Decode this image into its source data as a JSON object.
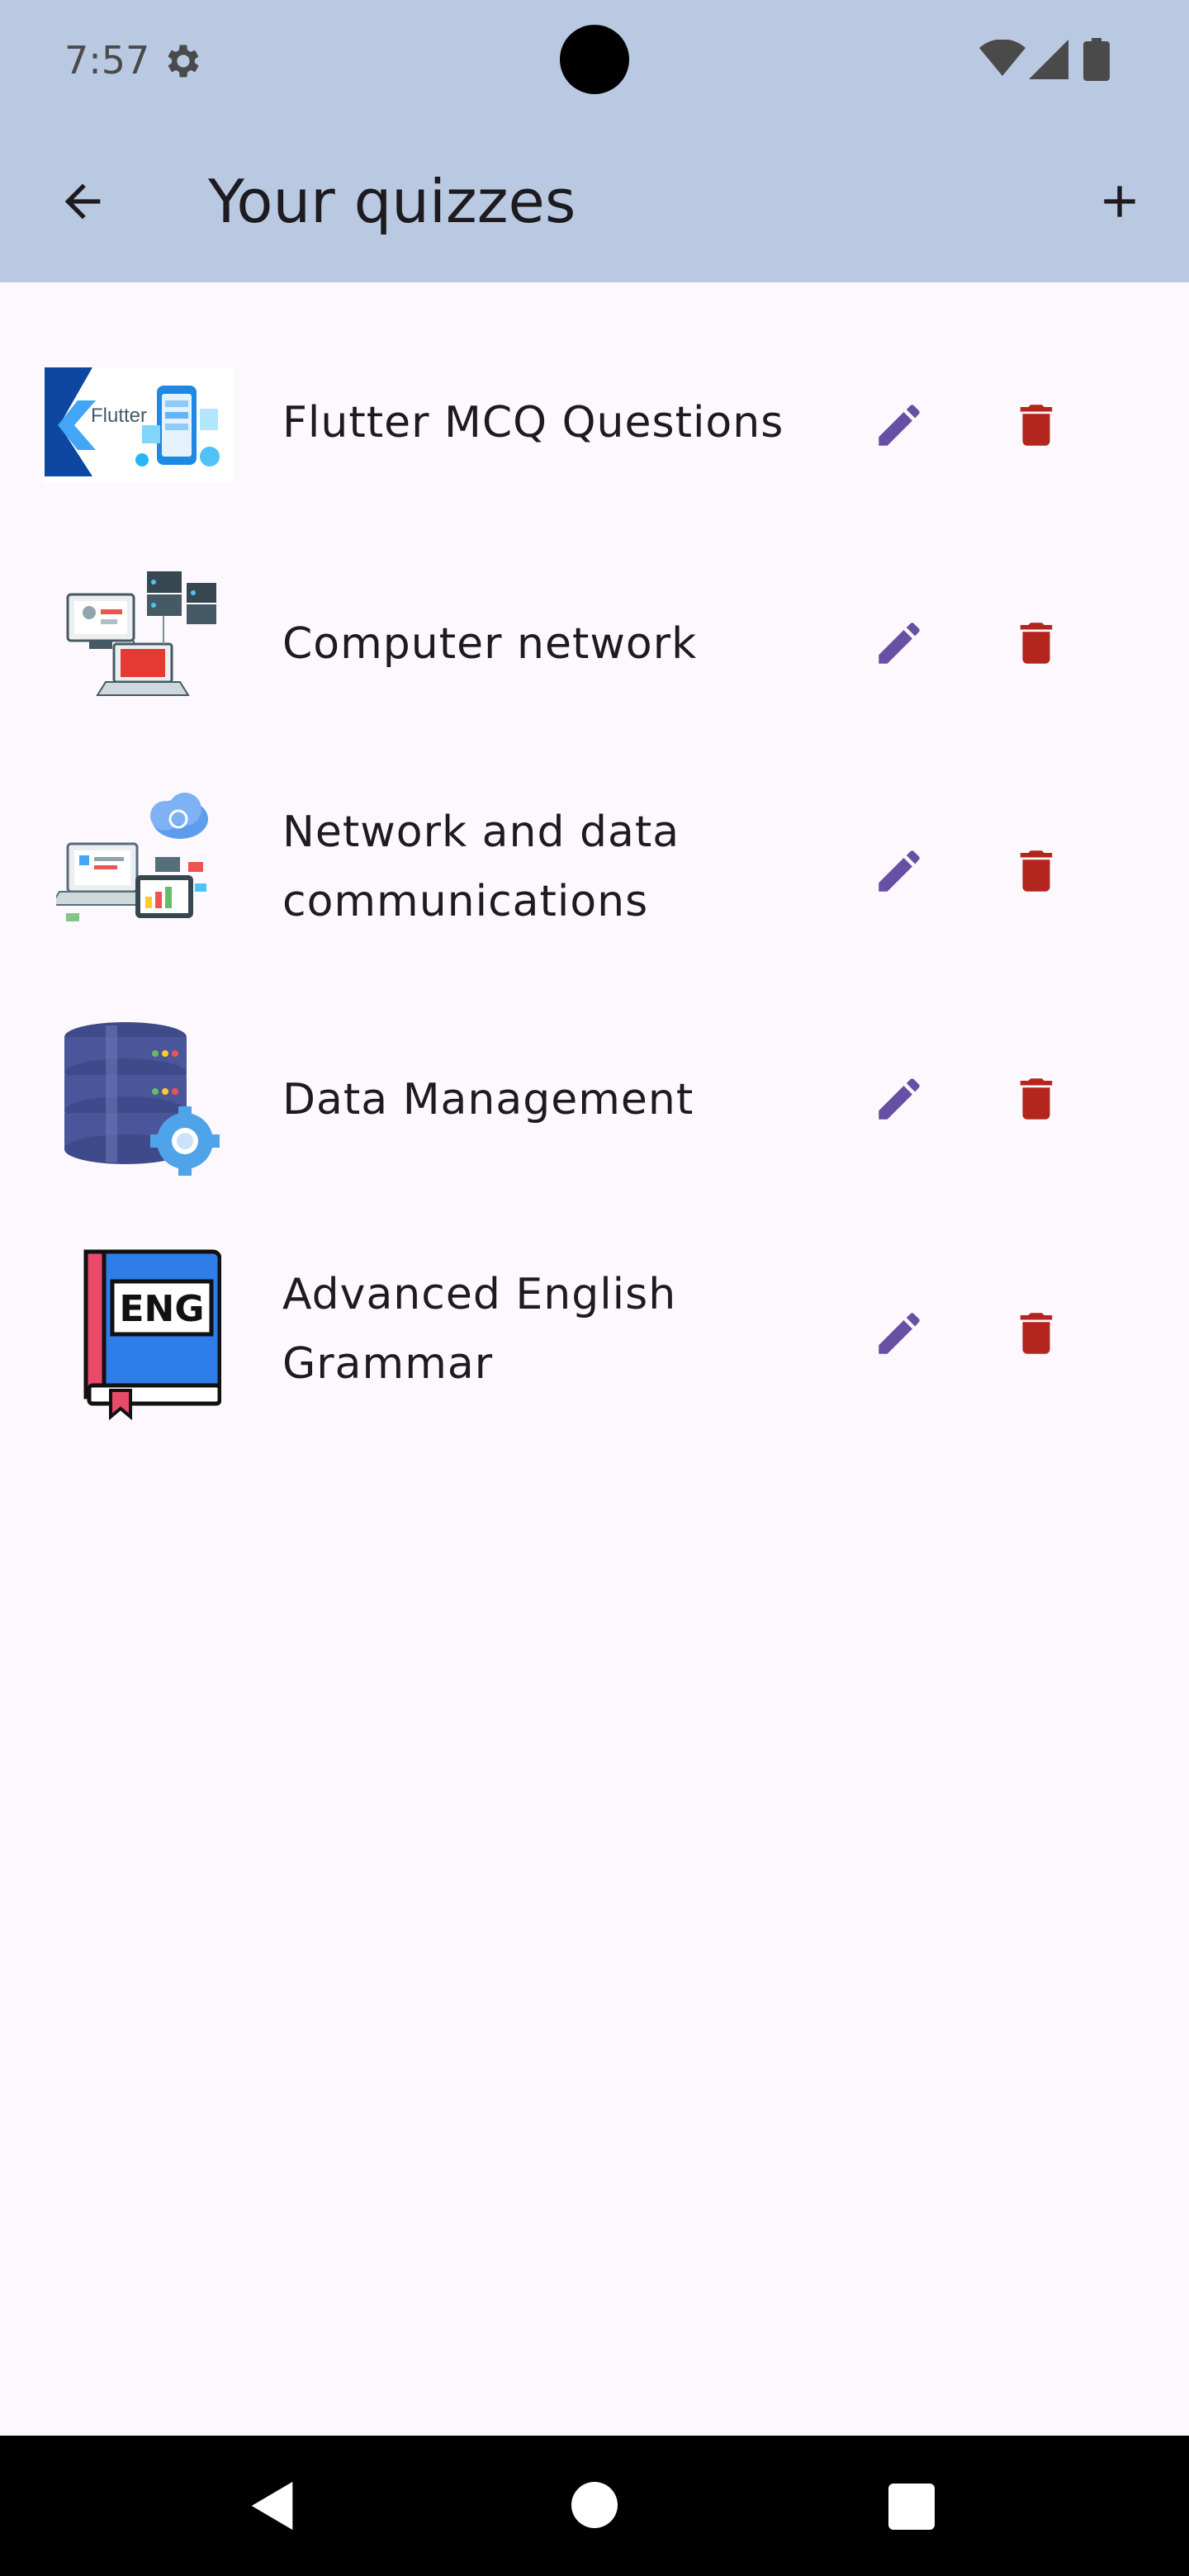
{
  "status_bar": {
    "time": "7:57",
    "icons": [
      "gear-icon",
      "wifi-icon",
      "signal-icon",
      "battery-icon"
    ]
  },
  "app_bar": {
    "title": "Your quizzes",
    "back_icon": "arrow-left-icon",
    "add_icon": "plus-icon"
  },
  "quizzes": [
    {
      "title_lines": [
        "Flutter MCQ Questions"
      ],
      "thumbnail": "flutter-app-dev-image"
    },
    {
      "title_lines": [
        "Computer network"
      ],
      "thumbnail": "computer-network-image"
    },
    {
      "title_lines": [
        "Network and data",
        "communications"
      ],
      "thumbnail": "cloud-devices-image"
    },
    {
      "title_lines": [
        "Data Management"
      ],
      "thumbnail": "database-gear-image"
    },
    {
      "title_lines": [
        "Advanced English",
        "Grammar"
      ],
      "thumbnail": "eng-book-image"
    }
  ],
  "thumb_text": {
    "flutter": "Flutter",
    "eng": "ENG"
  },
  "colors": {
    "app_bar_bg": "#bac9e2",
    "edit_icon": "#6750a4",
    "delete_icon": "#b3261e",
    "background": "#fdf8fd"
  }
}
